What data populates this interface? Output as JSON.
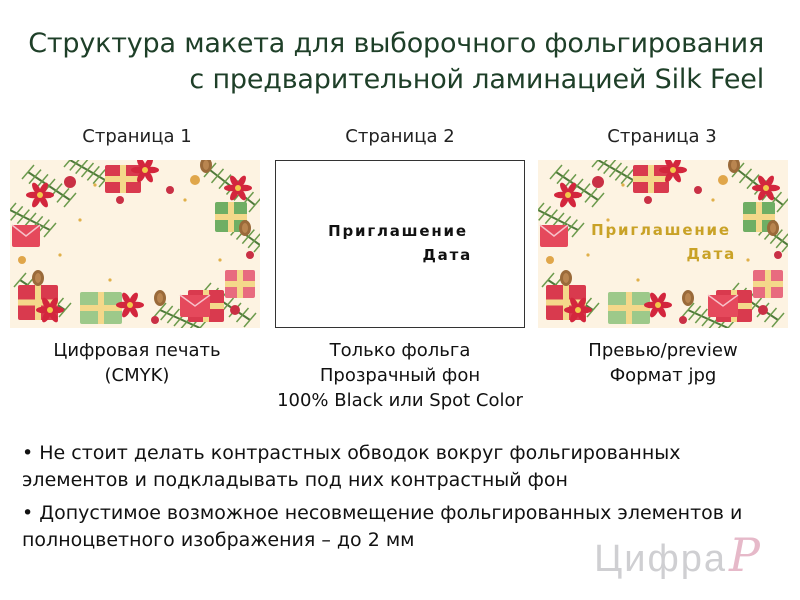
{
  "title": {
    "line1": "Структура макета для выборочного фольгирования",
    "line2": "с предварительной ламинацией Silk Feel"
  },
  "pages": [
    {
      "label": "Страница 1",
      "caption": [
        "Цифровая печать",
        "(CMYK)"
      ],
      "invite": []
    },
    {
      "label": "Страница 2",
      "caption": [
        "Только фольга",
        "Прозрачный фон",
        "100% Black или Spot Color"
      ],
      "invite": [
        "Приглашение",
        "Дата"
      ]
    },
    {
      "label": "Страница 3",
      "caption": [
        "Превью/preview",
        "Формат jpg"
      ],
      "invite": [
        "Приглашение",
        "Дата"
      ]
    }
  ],
  "bullets": [
    "• Не стоит делать контрастных обводок вокруг фольгированных элементов и подкладывать под них контрастный фон",
    "• Допустимое возможное несовмещение фольгированных элементов и полноцветного изображения – до 2 мм"
  ],
  "brand": {
    "text": "Цифра",
    "mark": "P"
  },
  "colors": {
    "title": "#1e3f28",
    "card_bg": "#fdf3e2",
    "foil_gold": "#c9a227",
    "foil_black": "#111111",
    "brand_gray": "#cfcfd2",
    "brand_pink": "#e6b9c9"
  }
}
